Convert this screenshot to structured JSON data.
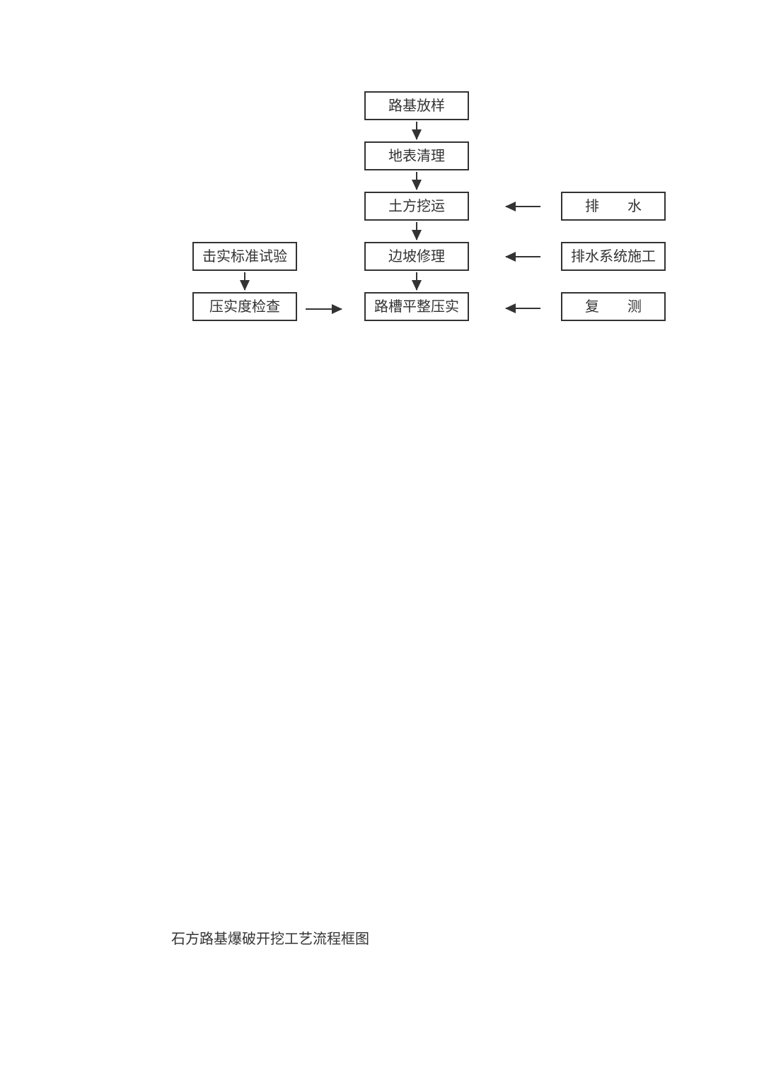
{
  "diagram": {
    "caption": "石方路基爆破开挖工艺流程框图",
    "colors": {
      "box_border": "#333333",
      "box_fill": "#ffffff",
      "text": "#333333",
      "arrow": "#333333",
      "page_background": "#ffffff"
    },
    "main_flow": [
      {
        "label": "路基放样"
      },
      {
        "label": "地表清理"
      },
      {
        "label": "土方挖运"
      },
      {
        "label": "边坡修理"
      },
      {
        "label": "路槽平整压实"
      }
    ],
    "left_flow": [
      {
        "label": "击实标准试验"
      },
      {
        "label": "压实度检查"
      }
    ],
    "right_inputs": [
      {
        "label": "排　　水"
      },
      {
        "label": "排水系统施工"
      },
      {
        "label": "复　　测"
      }
    ]
  }
}
